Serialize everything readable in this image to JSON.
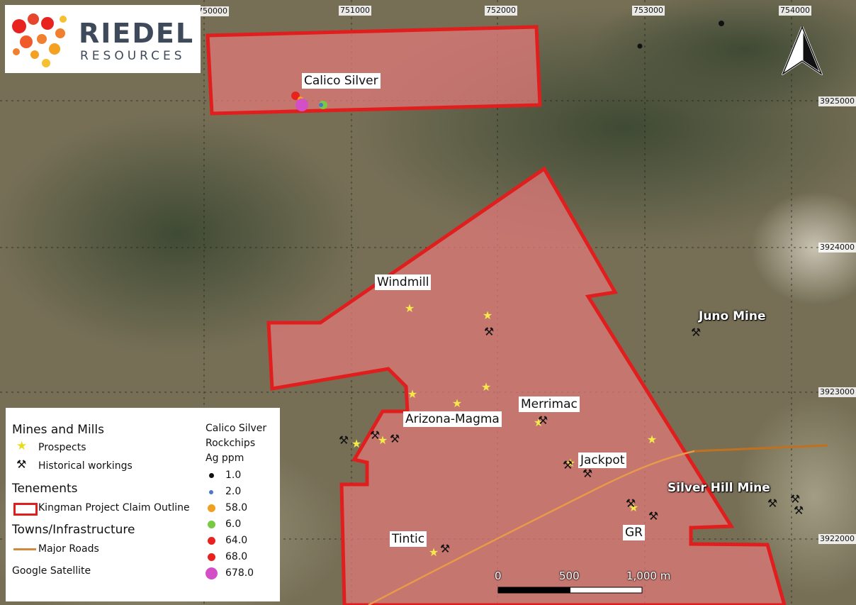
{
  "logo": {
    "title": "RIEDEL",
    "subtitle": "RESOURCES"
  },
  "grid": {
    "x_labels": [
      "750000",
      "751000",
      "752000",
      "753000",
      "754000"
    ],
    "y_labels": [
      "3925000",
      "3924000",
      "3923000",
      "3922000"
    ]
  },
  "labels": {
    "calico": "Calico Silver",
    "windmill": "Windmill",
    "arizona": "Arizona-Magma",
    "merrimac": "Merrimac",
    "jackpot": "Jackpot",
    "tintic": "Tintic",
    "gr": "GR",
    "juno": "Juno Mine",
    "silverhill": "Silver Hill Mine"
  },
  "scale": {
    "s0": "0",
    "s1": "500",
    "s2": "1,000 m"
  },
  "legend": {
    "mines_title": "Mines and Mills",
    "prospects": "Prospects",
    "historical": "Historical workings",
    "tenements_title": "Tenements",
    "claim": "Kingman Project Claim Outline",
    "towns_title": "Towns/Infrastructure",
    "roads": "Major Roads",
    "satellite": "Google Satellite",
    "rock_title1": "Calico Silver",
    "rock_title2": "Rockchips",
    "rock_title3": "Ag ppm",
    "rock_values": [
      "1.0",
      "2.0",
      "58.0",
      "6.0",
      "64.0",
      "68.0",
      "678.0"
    ],
    "rock_colors": [
      "#111111",
      "#4a78c8",
      "#f0a020",
      "#7ac943",
      "#e8231f",
      "#e8231f",
      "#d24fc8"
    ]
  },
  "colors": {
    "claim_fill": "#e07878",
    "claim_stroke": "#e01e1e",
    "road": "#e89a4a",
    "star": "#f4e84a"
  }
}
